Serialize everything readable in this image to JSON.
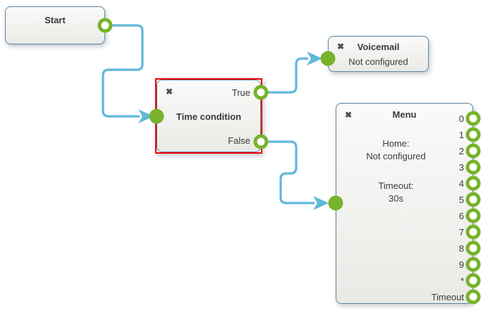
{
  "colors": {
    "green": "#77b32b",
    "line_blue": "#5eb8d9",
    "node_border": "#5a86a5",
    "selection_red": "#f00000",
    "icon_gray": "#4f4f4f"
  },
  "icons": {
    "close": "✖"
  },
  "nodes": {
    "start": {
      "title": "Start"
    },
    "time_condition": {
      "title": "Time condition",
      "selected": true,
      "outputs": [
        {
          "label": "True"
        },
        {
          "label": "False"
        }
      ]
    },
    "voicemail": {
      "title": "Voicemail",
      "body": "Not configured"
    },
    "menu": {
      "title": "Menu",
      "body": {
        "home_label": "Home:",
        "home_value": "Not configured",
        "timeout_label": "Timeout:",
        "timeout_value": "30s"
      },
      "outputs": [
        {
          "label": "0"
        },
        {
          "label": "1"
        },
        {
          "label": "2"
        },
        {
          "label": "3"
        },
        {
          "label": "4"
        },
        {
          "label": "5"
        },
        {
          "label": "6"
        },
        {
          "label": "7"
        },
        {
          "label": "8"
        },
        {
          "label": "9"
        },
        {
          "label": "*"
        },
        {
          "label": "Timeout"
        }
      ]
    }
  },
  "connections": [
    {
      "from": "Start",
      "from_port": "out",
      "to": "Time condition"
    },
    {
      "from": "Time condition",
      "from_port": "True",
      "to": "Voicemail"
    },
    {
      "from": "Time condition",
      "from_port": "False",
      "to": "Menu"
    }
  ]
}
